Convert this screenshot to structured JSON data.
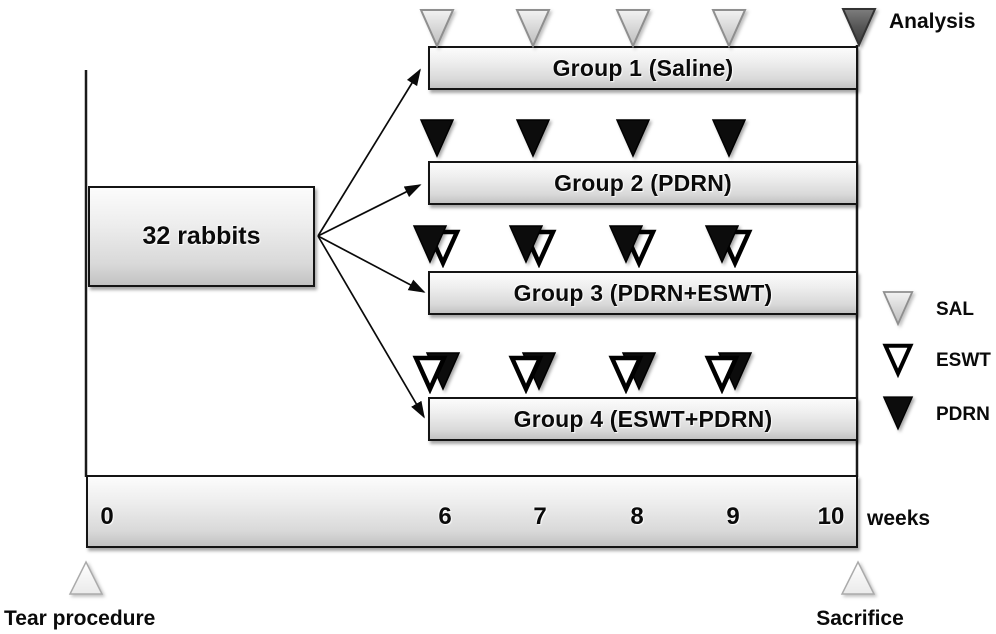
{
  "figure": {
    "title_hidden": "",
    "source_label": "32 rabbits",
    "analysis_label": "Analysis",
    "groups": [
      {
        "label": "Group 1 (Saline)",
        "treatments": [
          "SAL"
        ],
        "treatment_weeks": [
          6,
          7,
          8,
          9
        ]
      },
      {
        "label": "Group 2 (PDRN)",
        "treatments": [
          "PDRN"
        ],
        "treatment_weeks": [
          6,
          7,
          8,
          9
        ]
      },
      {
        "label": "Group 3 (PDRN+ESWT)",
        "treatments": [
          "PDRN",
          "ESWT"
        ],
        "treatment_weeks": [
          6,
          7,
          8,
          9
        ]
      },
      {
        "label": "Group 4 (ESWT+PDRN)",
        "treatments": [
          "ESWT",
          "PDRN"
        ],
        "treatment_weeks": [
          6,
          7,
          8,
          9
        ]
      }
    ],
    "timeline": {
      "ticks": [
        "0",
        "6",
        "7",
        "8",
        "9",
        "10"
      ],
      "unit": "weeks",
      "analysis_week": 10
    },
    "legend": [
      {
        "label": "SAL"
      },
      {
        "label": "ESWT"
      },
      {
        "label": "PDRN"
      }
    ],
    "events": {
      "start": "Tear procedure",
      "end": "Sacrifice"
    }
  },
  "colors": {
    "sal_triangle": "#d8d8d8",
    "analysis_triangle": "#595959",
    "pdrn_triangle": "#0c0c0c",
    "eswt_triangle_fill": "#ffffff",
    "eswt_triangle_stroke": "#000000",
    "box_border": "#141414",
    "box_fill_top": "#fcfcfc",
    "box_fill_bottom": "#c2c2c2"
  }
}
